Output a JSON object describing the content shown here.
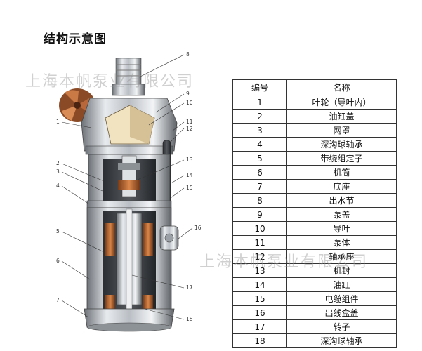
{
  "title": "结构示意图",
  "watermark": "上海本帆泵业有限公司",
  "table": {
    "headers": [
      "编号",
      "名称"
    ],
    "rows": [
      [
        "1",
        "叶轮（导叶内）"
      ],
      [
        "2",
        "油缸盖"
      ],
      [
        "3",
        "网罩"
      ],
      [
        "4",
        "深沟球轴承"
      ],
      [
        "5",
        "带绕组定子"
      ],
      [
        "6",
        "机筒"
      ],
      [
        "7",
        "底座"
      ],
      [
        "8",
        "出水节"
      ],
      [
        "9",
        "泵盖"
      ],
      [
        "10",
        "导叶"
      ],
      [
        "11",
        "泵体"
      ],
      [
        "12",
        "轴承座"
      ],
      [
        "13",
        "机封"
      ],
      [
        "14",
        "油缸"
      ],
      [
        "15",
        "电缆组件"
      ],
      [
        "16",
        "出线盒盖"
      ],
      [
        "17",
        "转子"
      ],
      [
        "18",
        "深沟球轴承"
      ]
    ]
  },
  "diagram": {
    "callouts_left": [
      "1",
      "2",
      "3",
      "4",
      "5",
      "6",
      "7"
    ],
    "callouts_right": [
      "8",
      "9",
      "10",
      "11",
      "12",
      "13",
      "14",
      "15",
      "16",
      "17",
      "18"
    ]
  }
}
